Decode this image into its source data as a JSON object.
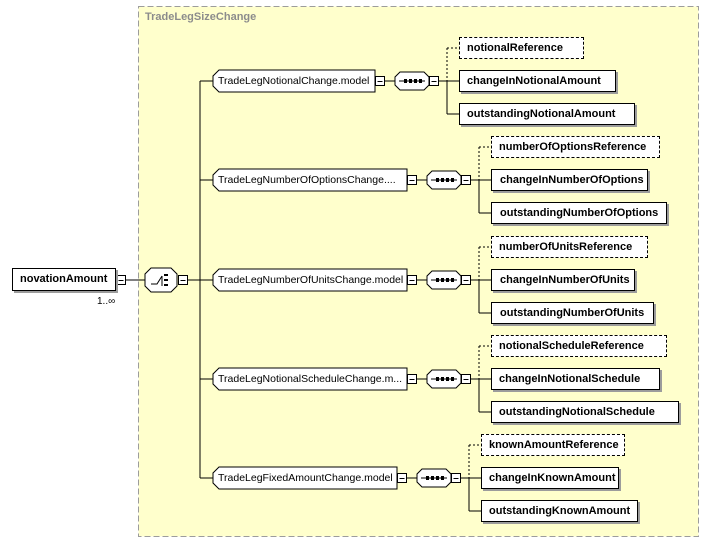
{
  "group": {
    "title": "TradeLegSizeChange"
  },
  "root": {
    "label": "novationAmount",
    "multiplicity": "1..∞"
  },
  "branches": [
    {
      "model": "TradeLegNotionalChange.model",
      "elements": [
        {
          "label": "notionalReference",
          "optional": true,
          "expandable": true,
          "simple": false
        },
        {
          "label": "changeInNotionalAmount",
          "optional": false,
          "expandable": true,
          "simple": false
        },
        {
          "label": "outstandingNotionalAmount",
          "optional": false,
          "expandable": true,
          "simple": false
        }
      ]
    },
    {
      "model": "TradeLegNumberOfOptionsChange....",
      "elements": [
        {
          "label": "numberOfOptionsReference",
          "optional": true,
          "expandable": true,
          "simple": false
        },
        {
          "label": "changeInNumberOfOptions",
          "optional": false,
          "expandable": false,
          "simple": true
        },
        {
          "label": "outstandingNumberOfOptions",
          "optional": false,
          "expandable": false,
          "simple": true
        }
      ]
    },
    {
      "model": "TradeLegNumberOfUnitsChange.model",
      "elements": [
        {
          "label": "numberOfUnitsReference",
          "optional": true,
          "expandable": true,
          "simple": false
        },
        {
          "label": "changeInNumberOfUnits",
          "optional": false,
          "expandable": false,
          "simple": true
        },
        {
          "label": "outstandingNumberOfUnits",
          "optional": false,
          "expandable": false,
          "simple": true
        }
      ]
    },
    {
      "model": "TradeLegNotionalScheduleChange.m...",
      "elements": [
        {
          "label": "notionalScheduleReference",
          "optional": true,
          "expandable": true,
          "simple": false
        },
        {
          "label": "changeInNotionalSchedule",
          "optional": false,
          "expandable": true,
          "simple": false
        },
        {
          "label": "outstandingNotionalSchedule",
          "optional": false,
          "expandable": true,
          "simple": false
        }
      ]
    },
    {
      "model": "TradeLegFixedAmountChange.model",
      "elements": [
        {
          "label": "knownAmountReference",
          "optional": true,
          "expandable": true,
          "simple": false
        },
        {
          "label": "changeInKnownAmount",
          "optional": false,
          "expandable": true,
          "simple": false
        },
        {
          "label": "outstandingKnownAmount",
          "optional": false,
          "expandable": true,
          "simple": false
        }
      ]
    }
  ],
  "colors": {
    "group_fill": "#ffffcc",
    "group_border": "#9c9c9c",
    "line": "#000000",
    "shadow": "#9c9c9c",
    "title": "#8c8c8c"
  }
}
